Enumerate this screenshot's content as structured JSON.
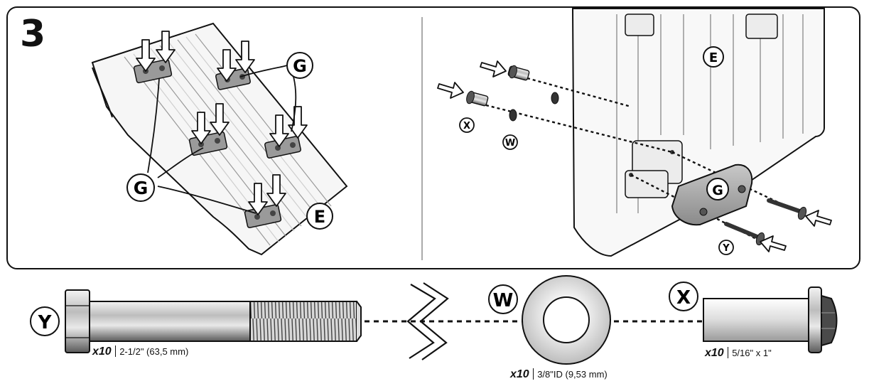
{
  "step_number": "3",
  "callouts": {
    "E": "E",
    "G": "G",
    "W": "W",
    "X": "X",
    "Y": "Y"
  },
  "parts": [
    {
      "id": "Y",
      "qty": "x10",
      "size": "2-1/2\" (63,5 mm)"
    },
    {
      "id": "W",
      "qty": "x10",
      "size": "3/8\"ID (9,53 mm)"
    },
    {
      "id": "X",
      "qty": "x10",
      "size": "5/16\" x 1\""
    }
  ],
  "colors": {
    "line": "#111111",
    "part_light": "#e6e6e6",
    "part_mid": "#b0b0b0",
    "part_dark": "#4a4a4a"
  }
}
